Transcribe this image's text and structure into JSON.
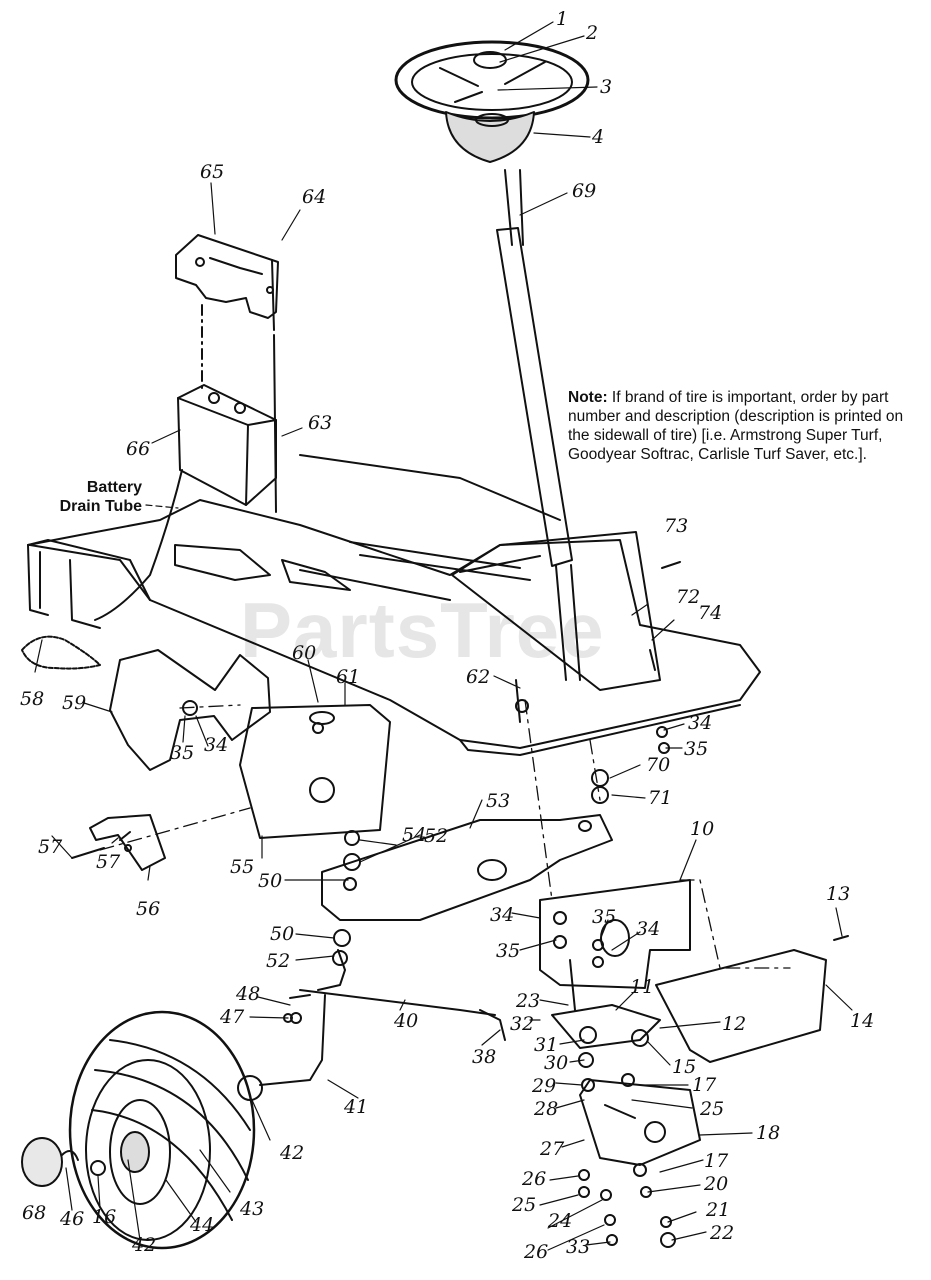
{
  "watermark": "PartsTree",
  "note": {
    "prefix": "Note:",
    "text": "If brand of tire is important, order by part number and description (description is printed on the sidewall of tire) [i.e. Armstrong Super Turf, Goodyear Softrac, Carlisle Turf Saver, etc.]."
  },
  "battery_drain_tube": {
    "line1": "Battery",
    "line2": "Drain Tube"
  },
  "callouts": {
    "c1": "1",
    "c2": "2",
    "c3": "3",
    "c4": "4",
    "c69": "69",
    "c65": "65",
    "c64": "64",
    "c66": "66",
    "c63": "63",
    "c73": "73",
    "c72": "72",
    "c74": "74",
    "c62": "62",
    "c60": "60",
    "c61": "61",
    "c58": "58",
    "c59": "59",
    "c35a": "35",
    "c34a": "34",
    "c34b": "34",
    "c35b": "35",
    "c70": "70",
    "c71": "71",
    "c57a": "57",
    "c57b": "57",
    "c56": "56",
    "c54": "54",
    "c52a": "52",
    "c55": "55",
    "c50a": "50",
    "c53": "53",
    "c10": "10",
    "c13": "13",
    "c14": "14",
    "c34c": "34",
    "c35c": "35",
    "c35d": "35",
    "c34d": "34",
    "c50b": "50",
    "c52b": "52",
    "c48": "48",
    "c47": "47",
    "c40": "40",
    "c23": "23",
    "c32": "32",
    "c11": "11",
    "c12": "12",
    "c31": "31",
    "c30": "30",
    "c29": "29",
    "c15": "15",
    "c17a": "17",
    "c38": "38",
    "c41": "41",
    "c42a": "42",
    "c28": "28",
    "c25a": "25",
    "c18": "18",
    "c27": "27",
    "c17b": "17",
    "c26a": "26",
    "c25b": "25",
    "c20": "20",
    "c24": "24",
    "c21": "21",
    "c26b": "26",
    "c33": "33",
    "c22": "22",
    "c68": "68",
    "c46": "46",
    "c16": "16",
    "c43": "43",
    "c44": "44",
    "c42b": "42"
  }
}
